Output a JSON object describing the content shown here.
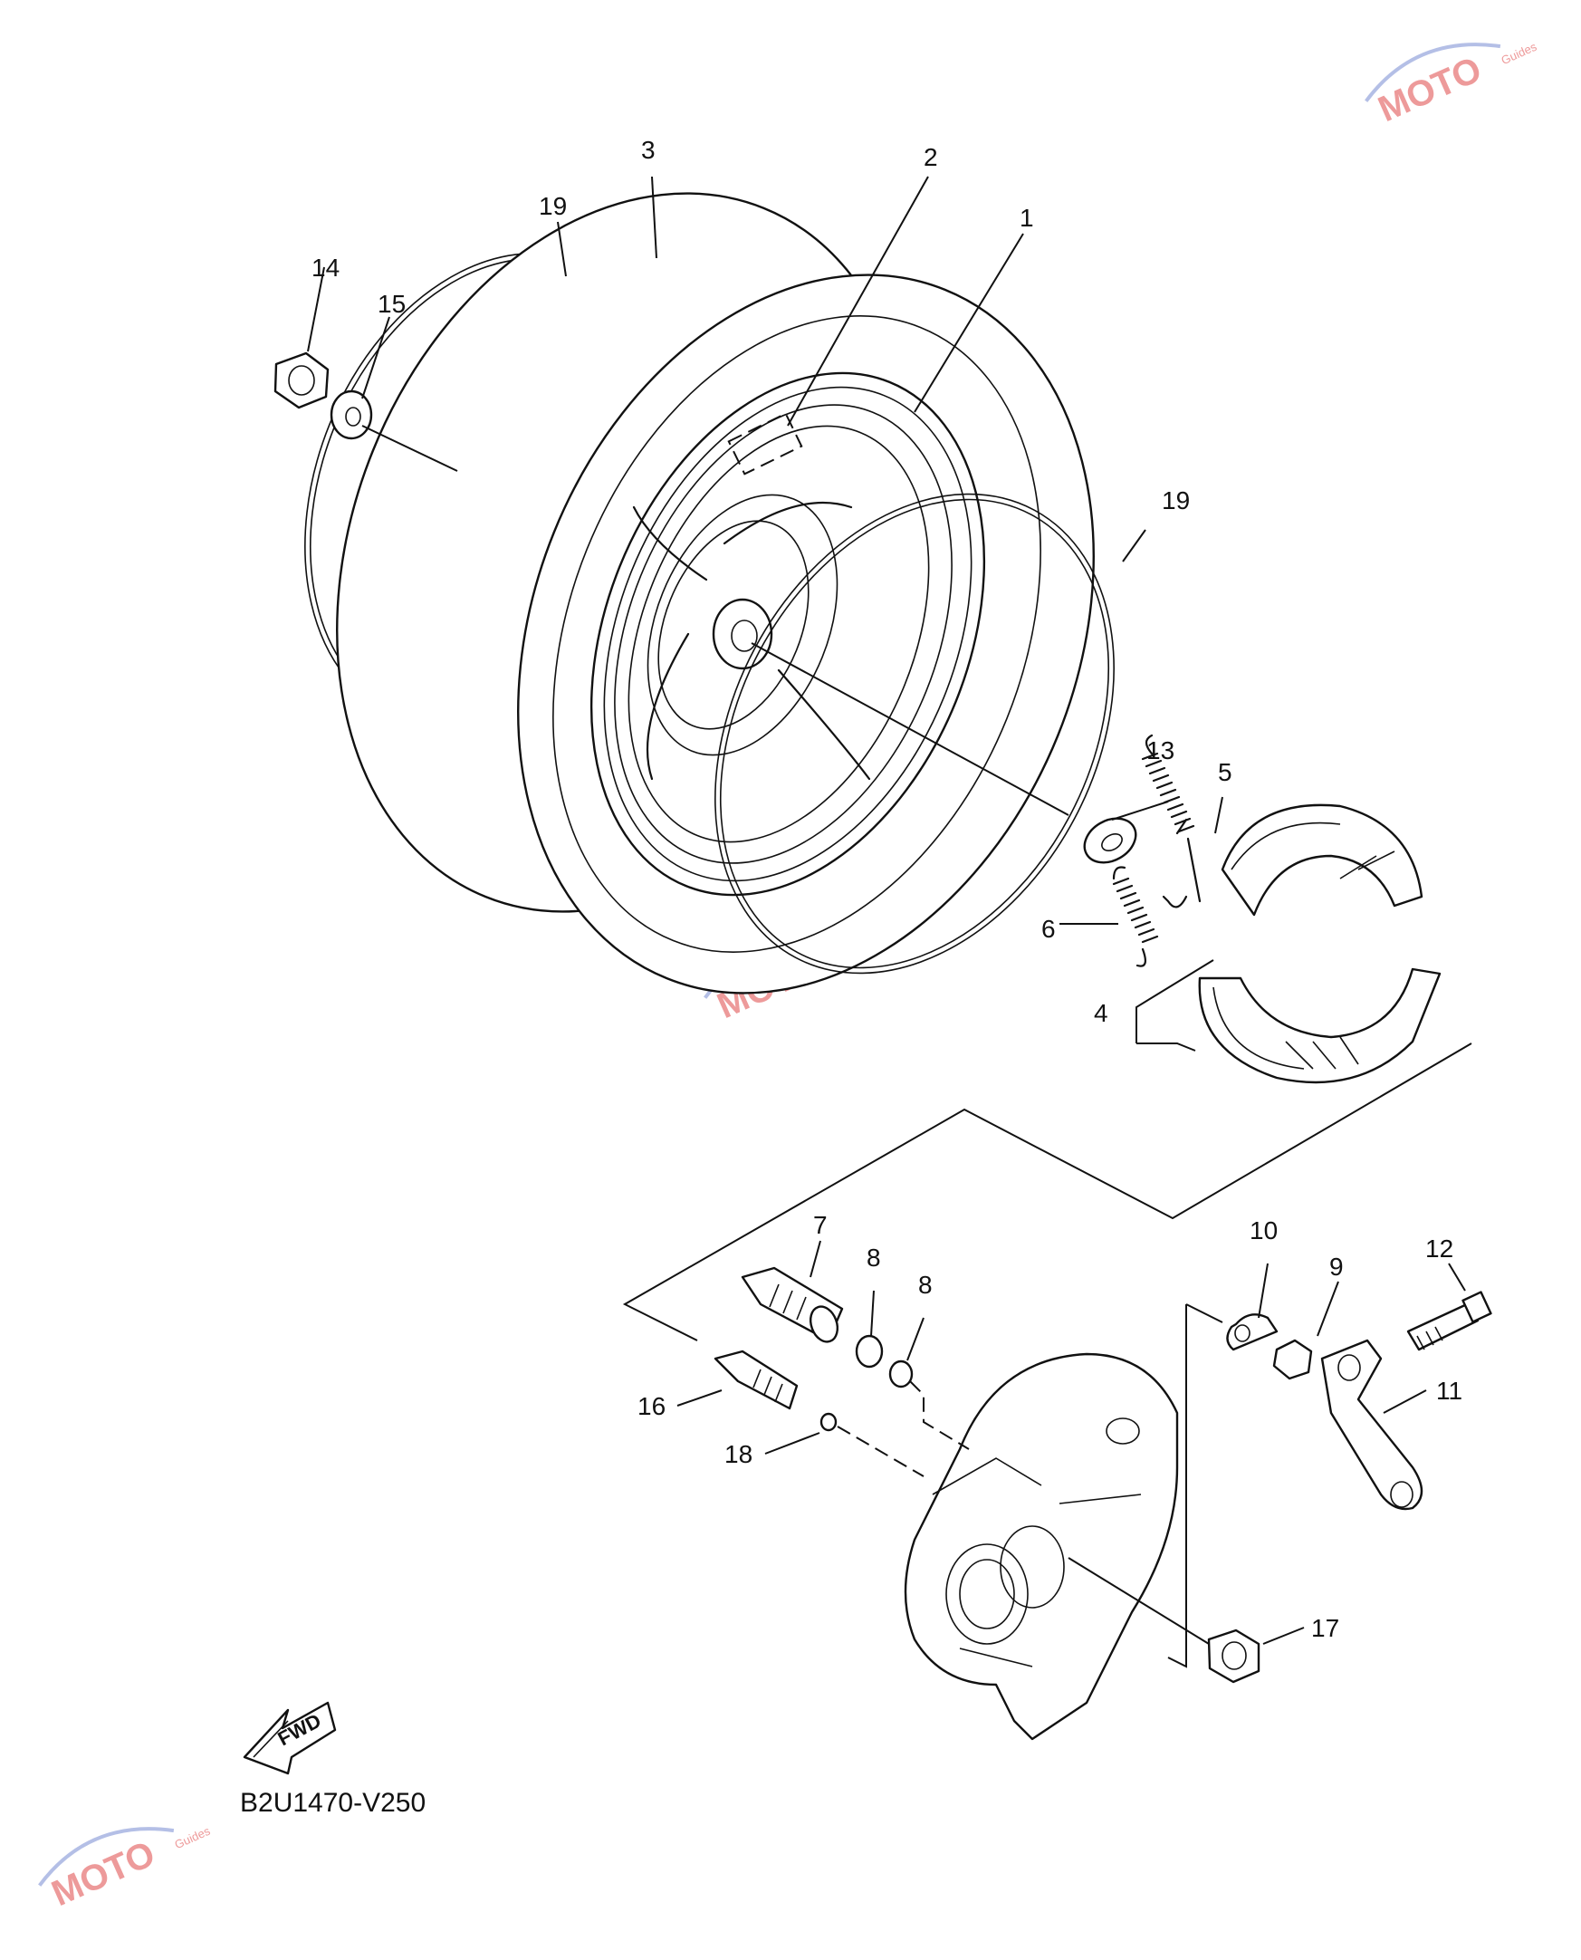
{
  "diagram_code": "B2U1470-V250",
  "fwd_label": "FWD",
  "watermark": {
    "brand": "MOTO",
    "sub": "Guides",
    "color": "#e04848",
    "arc_color": "#5870c8"
  },
  "callouts": {
    "c1": "1",
    "c2": "2",
    "c3": "3",
    "c4": "4",
    "c5": "5",
    "c6": "6",
    "c7": "7",
    "c8a": "8",
    "c8b": "8",
    "c9": "9",
    "c10": "10",
    "c11": "11",
    "c12": "12",
    "c13": "13",
    "c14": "14",
    "c15": "15",
    "c16": "16",
    "c17": "17",
    "c18": "18",
    "c19a": "19",
    "c19b": "19"
  }
}
